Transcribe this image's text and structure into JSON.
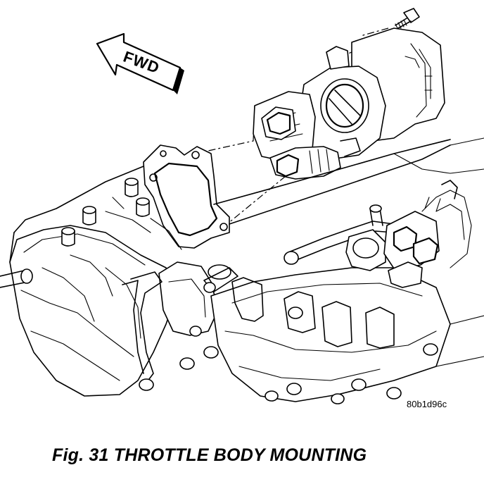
{
  "figure": {
    "direction_label": "FWD",
    "reference_code": "80b1d96c",
    "caption": "Fig. 31 THROTTLE BODY MOUNTING"
  }
}
